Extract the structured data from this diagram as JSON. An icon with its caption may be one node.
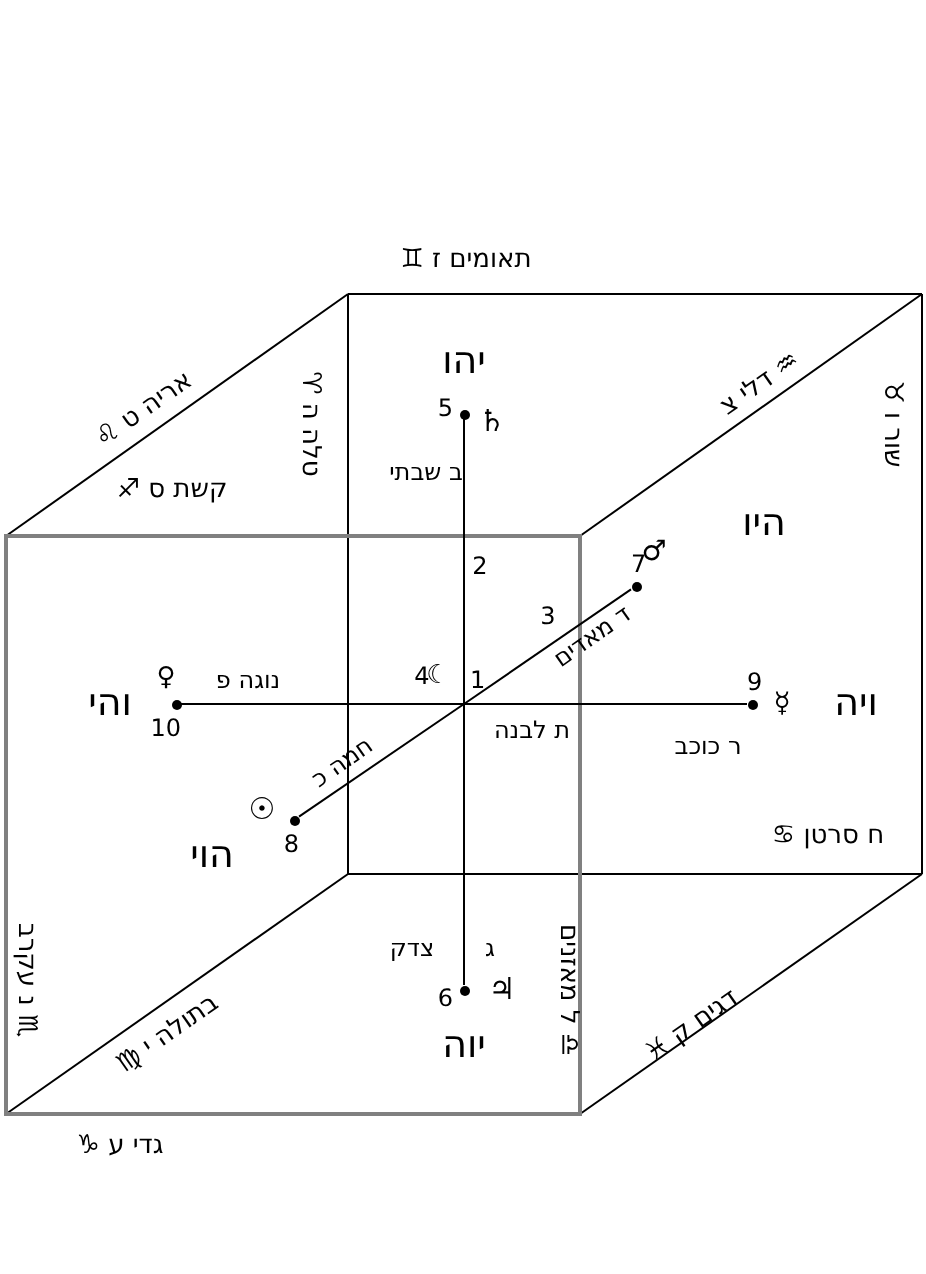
{
  "diagram": {
    "nodes": [
      {
        "text": [
          "5"
        ],
        "beside": [
          "יהו",
          "♄",
          "ב שבתי"
        ]
      },
      {
        "text": [
          "7"
        ],
        "beside": [
          "היו",
          "♂",
          "ד מאדים"
        ]
      },
      {
        "text": [
          "10"
        ],
        "beside": [
          "והי",
          "♀",
          "נוגה פ"
        ]
      },
      {
        "text": [
          "1"
        ],
        "beside": [
          "☾",
          "ת לבנה"
        ]
      },
      {
        "text": [
          "9"
        ],
        "beside": [
          "ויה",
          "☿",
          "ר כוכב"
        ]
      },
      {
        "text": [
          "8"
        ],
        "beside": [
          "הוי",
          "☉",
          "חמה כ"
        ]
      },
      {
        "text": [
          "6"
        ],
        "beside": [
          "יוה",
          "♃",
          "ג",
          "צדק"
        ]
      }
    ],
    "edges": [
      {
        "from": 3,
        "to": 0,
        "arrow": "none"
      },
      {
        "from": 3,
        "to": 1,
        "arrow": "none"
      },
      {
        "from": 3,
        "to": 2,
        "arrow": "none"
      },
      {
        "from": 3,
        "to": 4,
        "arrow": "none"
      },
      {
        "from": 3,
        "to": 5,
        "arrow": "none"
      },
      {
        "from": 3,
        "to": 6,
        "arrow": "none"
      }
    ],
    "labels": [
      "תאומים ז ♊",
      "אריה ט ♌",
      "♒ דלי צ",
      "טלה ה ♈",
      "שור ו ♉",
      "קשת ס ♐",
      "2",
      "3",
      "4",
      "ח סרטן ♋",
      "♏ נ עקרב",
      "♎ ל מאזנים",
      "בתולה י ♍",
      "דגים ק ♓",
      "גדי ע ♑"
    ]
  }
}
